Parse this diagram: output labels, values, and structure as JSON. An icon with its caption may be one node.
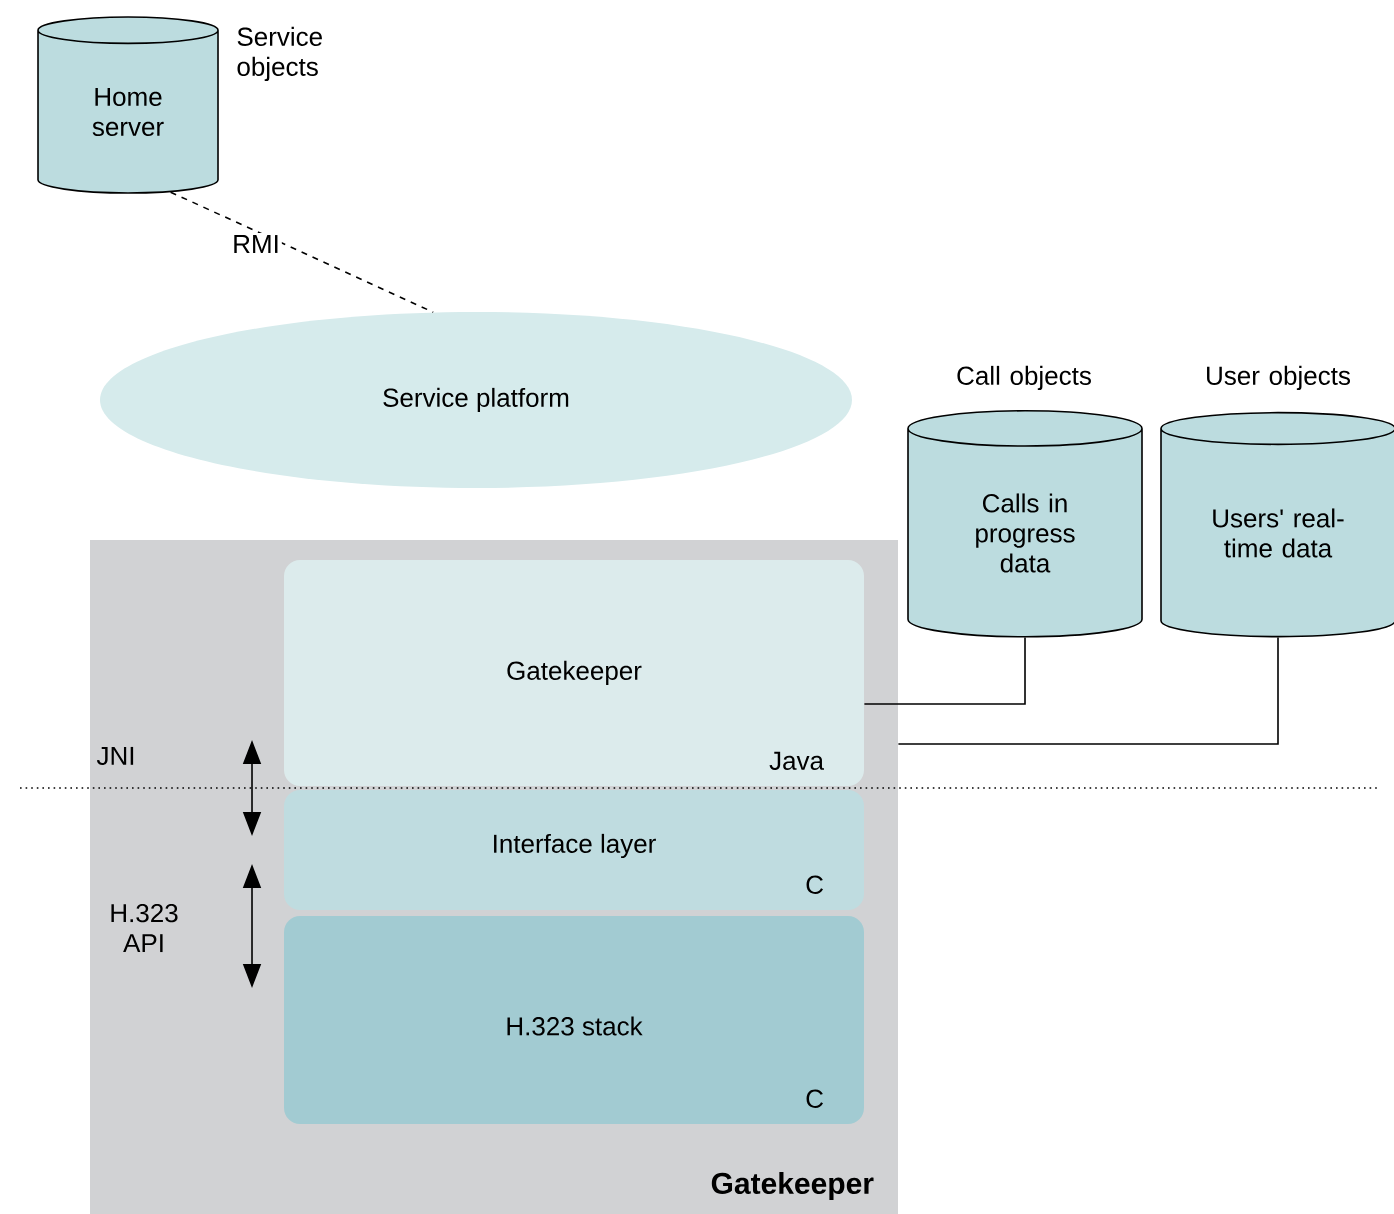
{
  "diagram": {
    "nodes": [
      {
        "text": [
          "Home server"
        ],
        "beside": [
          "Service objects"
        ]
      },
      {
        "text": [
          "Service platform"
        ]
      },
      {
        "text": [
          "Gatekeeper"
        ]
      },
      {
        "text": [
          "Gatekeeper",
          "Java"
        ],
        "in": 2
      },
      {
        "text": [
          "Interface layer",
          "C"
        ],
        "in": 2
      },
      {
        "text": [
          "H.323 stack",
          "C"
        ],
        "in": 2
      },
      {
        "text": [
          "Calls in progress data"
        ],
        "beside": [
          "Call objects"
        ]
      },
      {
        "text": [
          "Users' real-time data"
        ],
        "beside": [
          "User objects"
        ]
      }
    ],
    "edges": [
      {
        "from": 0,
        "to": 1,
        "arrow": "none",
        "style": "dashed",
        "label": "RMI"
      },
      {
        "from": 3,
        "to": 6,
        "arrow": "none"
      },
      {
        "from": 2,
        "to": 7,
        "arrow": "none"
      }
    ],
    "labels": [
      "JNI",
      "H.323 API"
    ]
  }
}
